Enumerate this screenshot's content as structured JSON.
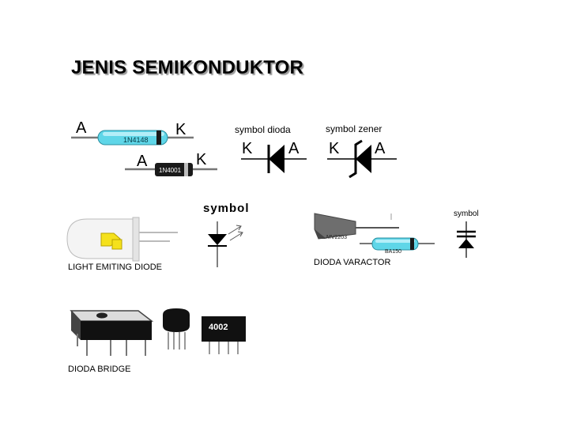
{
  "title": "JENIS SEMIKONDUKTOR",
  "diodes": {
    "glass_part": "1N4148",
    "power_part": "1N4001",
    "anode_letter": "A",
    "cathode_letter": "K",
    "symbol_diode_label": "symbol dioda",
    "symbol_zener_label": "symbol zener"
  },
  "led": {
    "symbol_label": "symbol",
    "caption": "LIGHT EMITING DIODE"
  },
  "varactor": {
    "part_1": "MV2203",
    "part_2": "BA150",
    "symbol_label": "symbol",
    "caption": "DIODA VARACTOR"
  },
  "bridge": {
    "part": "4002",
    "caption": "DIODA BRIDGE"
  },
  "colors": {
    "glass_body": "#5fd6e8",
    "dark_body": "#1a1a1a",
    "led_yellow": "#f5e11c",
    "grey": "#9a9a9a"
  }
}
